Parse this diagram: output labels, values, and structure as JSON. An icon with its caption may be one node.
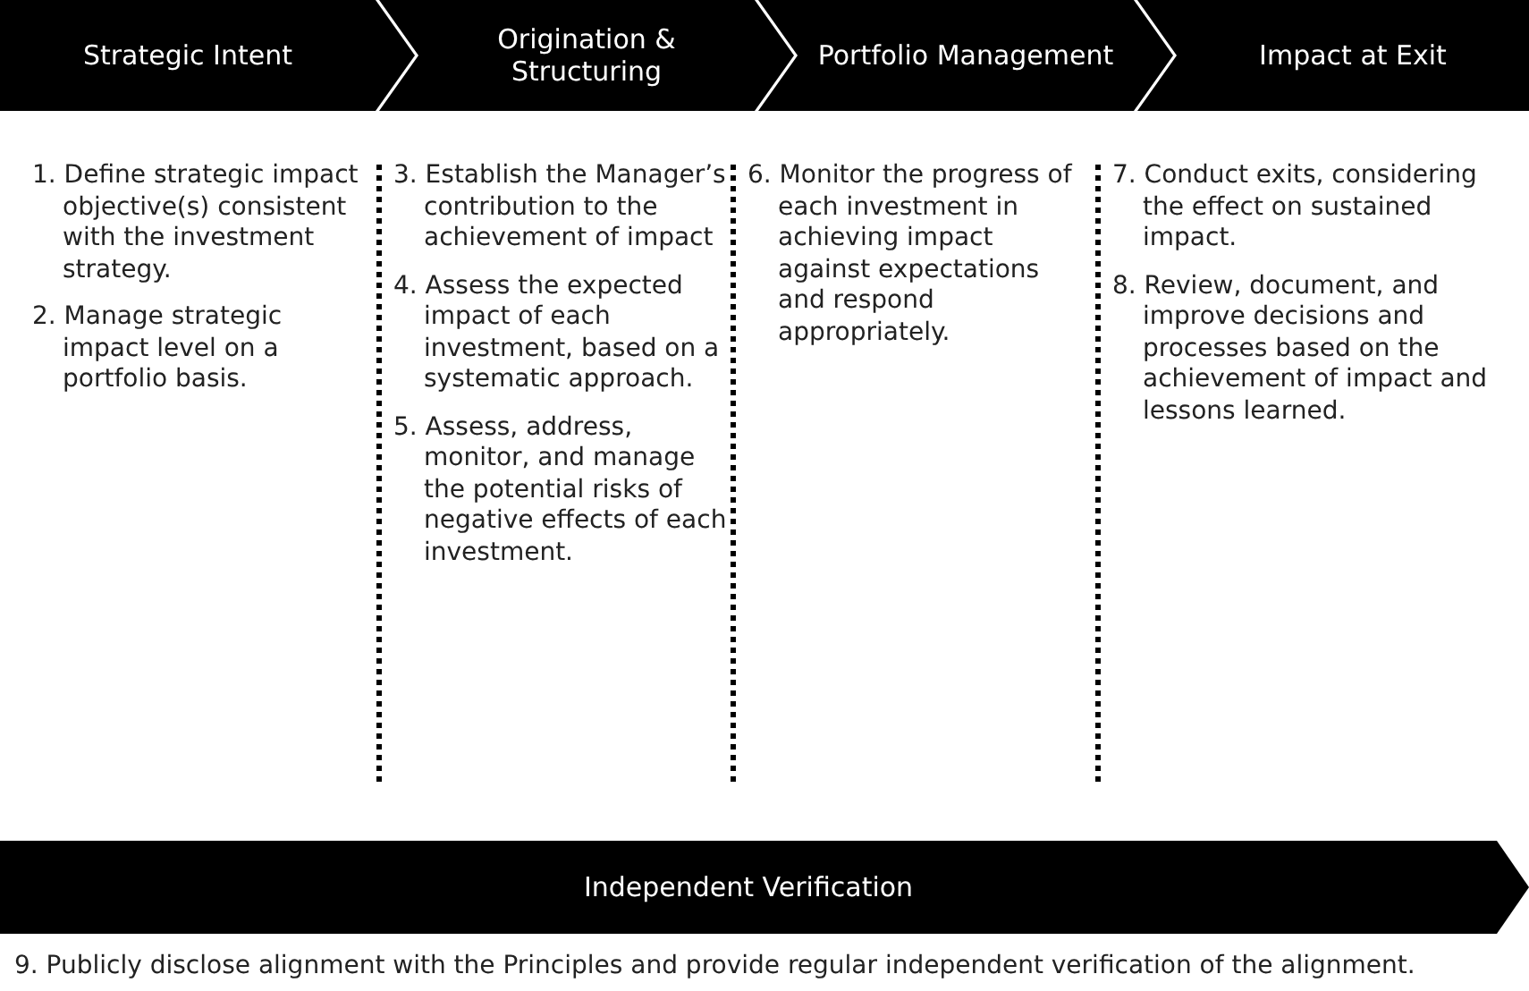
{
  "diagram": {
    "nodes": [
      {
        "text": [
          "Strategic Intent"
        ]
      },
      {
        "text": [
          "Origination & Structuring"
        ]
      },
      {
        "text": [
          "Portfolio Management"
        ]
      },
      {
        "text": [
          "Impact at Exit"
        ]
      },
      {
        "text": [
          "Independent Verification"
        ]
      }
    ],
    "labels": [
      "1. Define strategic impact objective(s) consistent with the investment strategy.",
      "2. Manage strategic impact level on a portfolio basis.",
      "3. Establish the Manager’s contribution to the achievement of impact",
      "4. Assess the expected impact of each investment, based on a systematic approach.",
      "5. Assess, address, monitor, and manage the potential risks of negative effects of each investment.",
      "6. Monitor the progress of each investment in achieving impact against expectations and respond appropriately.",
      "7. Conduct exits, considering the effect on sustained impact.",
      "8. Review, document, and improve decisions and processes based on the achievement of impact and lessons learned.",
      "9. Publicly disclose alignment with the Principles and provide regular independent verification of the alignment."
    ]
  }
}
